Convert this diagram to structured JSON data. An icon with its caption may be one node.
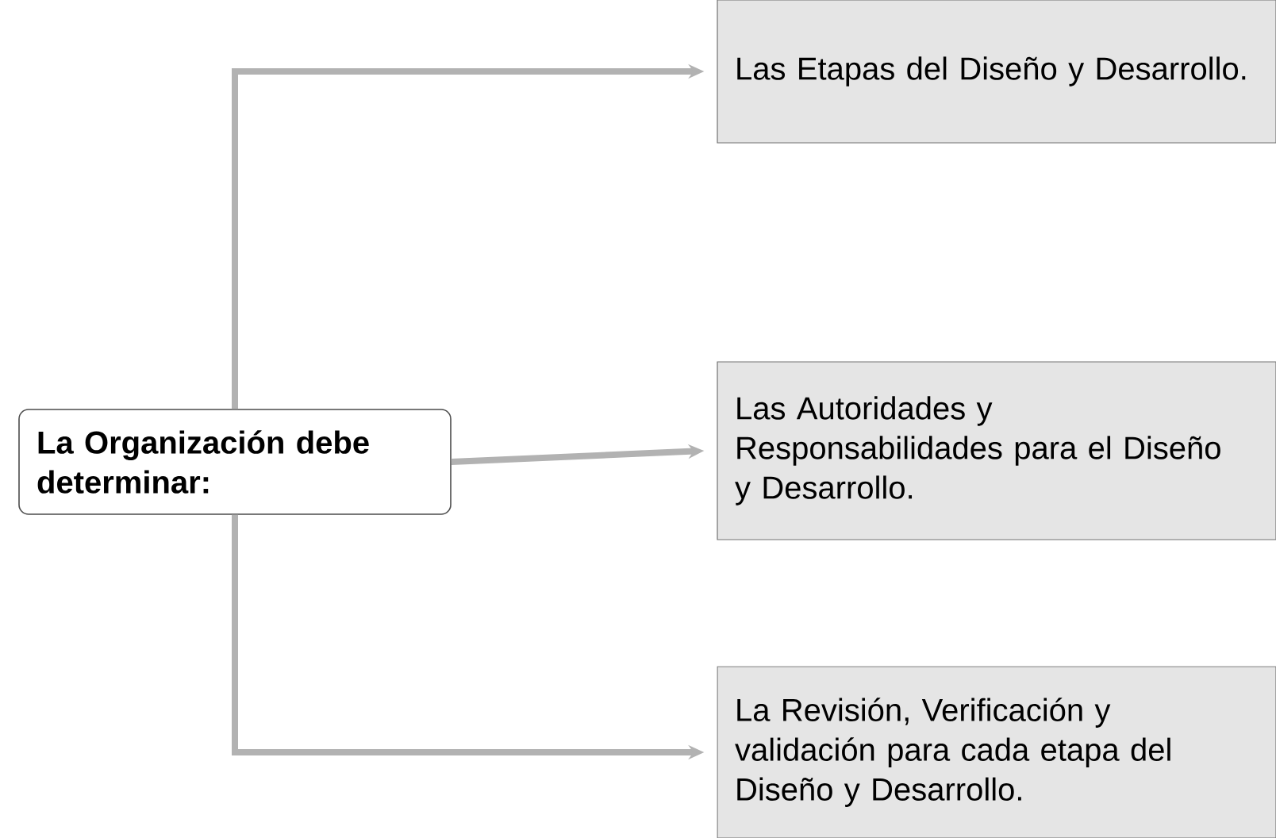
{
  "diagram": {
    "nodes": [
      {
        "text": [
          "La Organización debe determinar:"
        ]
      },
      {
        "text": [
          "Las Etapas del Diseño y Desarrollo."
        ]
      },
      {
        "text": [
          "Las Autoridades y Responsabilidades para el Diseño y Desarrollo."
        ]
      },
      {
        "text": [
          "La Revisión, Verificación y validación para cada etapa del Diseño y Desarrollo."
        ]
      }
    ],
    "edges": [
      {
        "from": 0,
        "to": 1,
        "arrow": "to"
      },
      {
        "from": 0,
        "to": 2,
        "arrow": "to"
      },
      {
        "from": 0,
        "to": 3,
        "arrow": "to"
      }
    ]
  }
}
